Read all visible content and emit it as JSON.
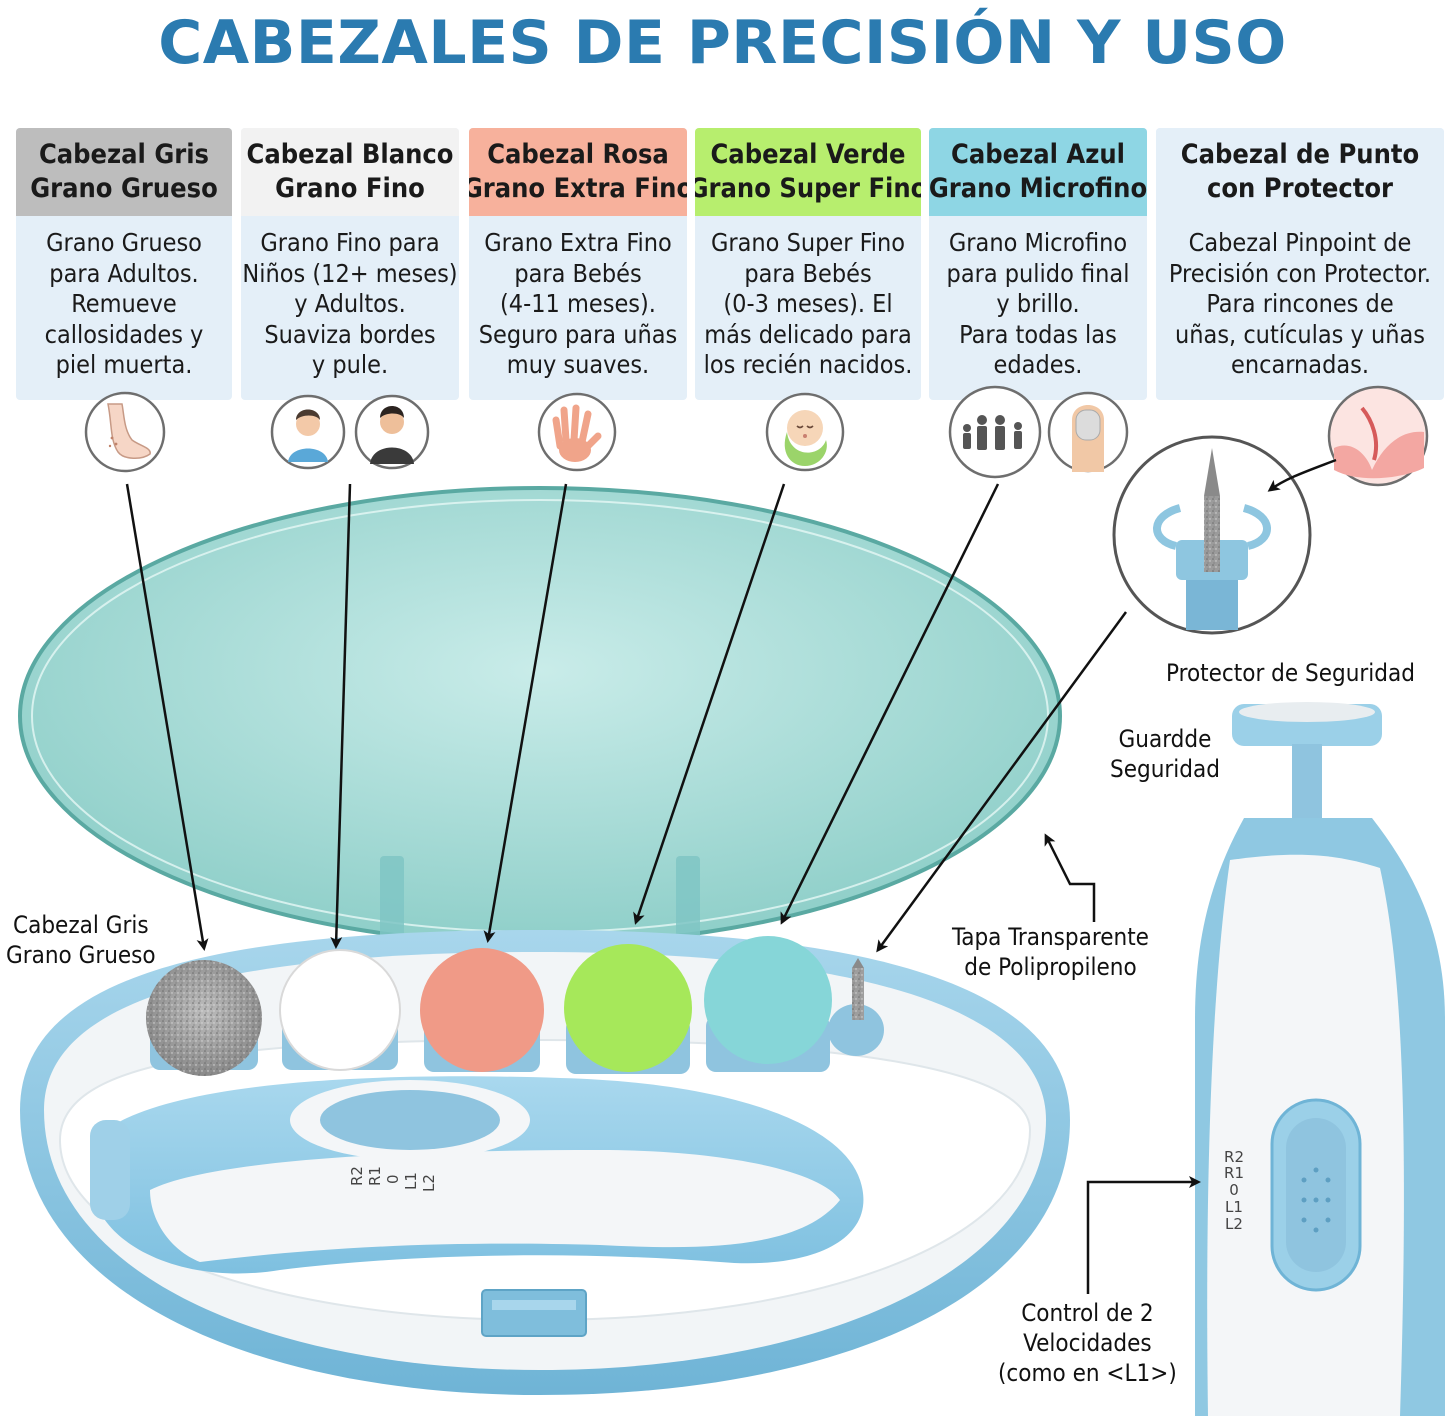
{
  "title": "CABEZALES DE PRECISIÓN Y USO",
  "cards": [
    {
      "head": [
        "Cabezal Gris",
        "Grano Grueso"
      ],
      "body": [
        "Grano Grueso",
        "para Adultos.",
        "Remueve",
        "callosidades y",
        "piel muerta."
      ],
      "head_color": "#bdbdbd"
    },
    {
      "head": [
        "Cabezal Blanco",
        "Grano Fino"
      ],
      "body": [
        "Grano Fino para",
        "Niños (12+ meses)",
        "y Adultos.",
        "Suaviza bordes",
        "y pule."
      ],
      "head_color": "#f2f2f2"
    },
    {
      "head": [
        "Cabezal Rosa",
        "Grano Extra Fino"
      ],
      "body": [
        "Grano Extra Fino",
        "para Bebés",
        "(4-11 meses).",
        "Seguro para uñas",
        "muy suaves."
      ],
      "head_color": "#f7b19c"
    },
    {
      "head": [
        "Cabezal Verde",
        "Grano Super Fino"
      ],
      "body": [
        "Grano Super Fino",
        "para Bebés",
        "(0-3 meses). El",
        "más delicado para",
        "los recién nacidos."
      ],
      "head_color": "#b7ee6e"
    },
    {
      "head": [
        "Cabezal Azul",
        "Grano Microfino"
      ],
      "body": [
        "Grano Microfino",
        "para pulido final",
        "y brillo.",
        "Para todas las",
        "edades."
      ],
      "head_color": "#8ed6e4"
    },
    {
      "head": [
        "Cabezal de Punto",
        "con Protector"
      ],
      "body": [
        "Cabezal Pinpoint de",
        "Precisión con Protector.",
        "Para rincones de",
        "uñas, cutículas y uñas",
        "encarnadas."
      ],
      "head_color": "#e4eff8"
    }
  ],
  "icons": [
    "foot-icon",
    "child-icon",
    "adult-icon",
    "baby-hand-icon",
    "baby-icon",
    "family-icon",
    "nail-icon",
    "ingrown-nail-icon",
    "pinpoint-head-icon"
  ],
  "labels": {
    "gray_head": [
      "Cabezal Gris",
      "Grano Grueso"
    ],
    "lid": [
      "Tapa Transparente",
      "de Polipropileno"
    ],
    "protector": "Protector de Seguridad",
    "guard": [
      "Guardde",
      "Seguridad"
    ],
    "speed": [
      "Control de 2",
      "Velocidades",
      "(como en <L1>)"
    ]
  },
  "speed_marks": [
    "R2",
    "R1",
    "0",
    "L1",
    "L2"
  ],
  "colors": {
    "title": "#2b7bb0",
    "card_body": "#e4eff8",
    "device_blue": "#8fc8e2",
    "lid": "#a9dcd8",
    "head_gray": "#9e9e9e",
    "head_white": "#ffffff",
    "head_pink": "#f09a87",
    "head_green": "#a6e85a",
    "head_teal": "#86d6d8"
  }
}
